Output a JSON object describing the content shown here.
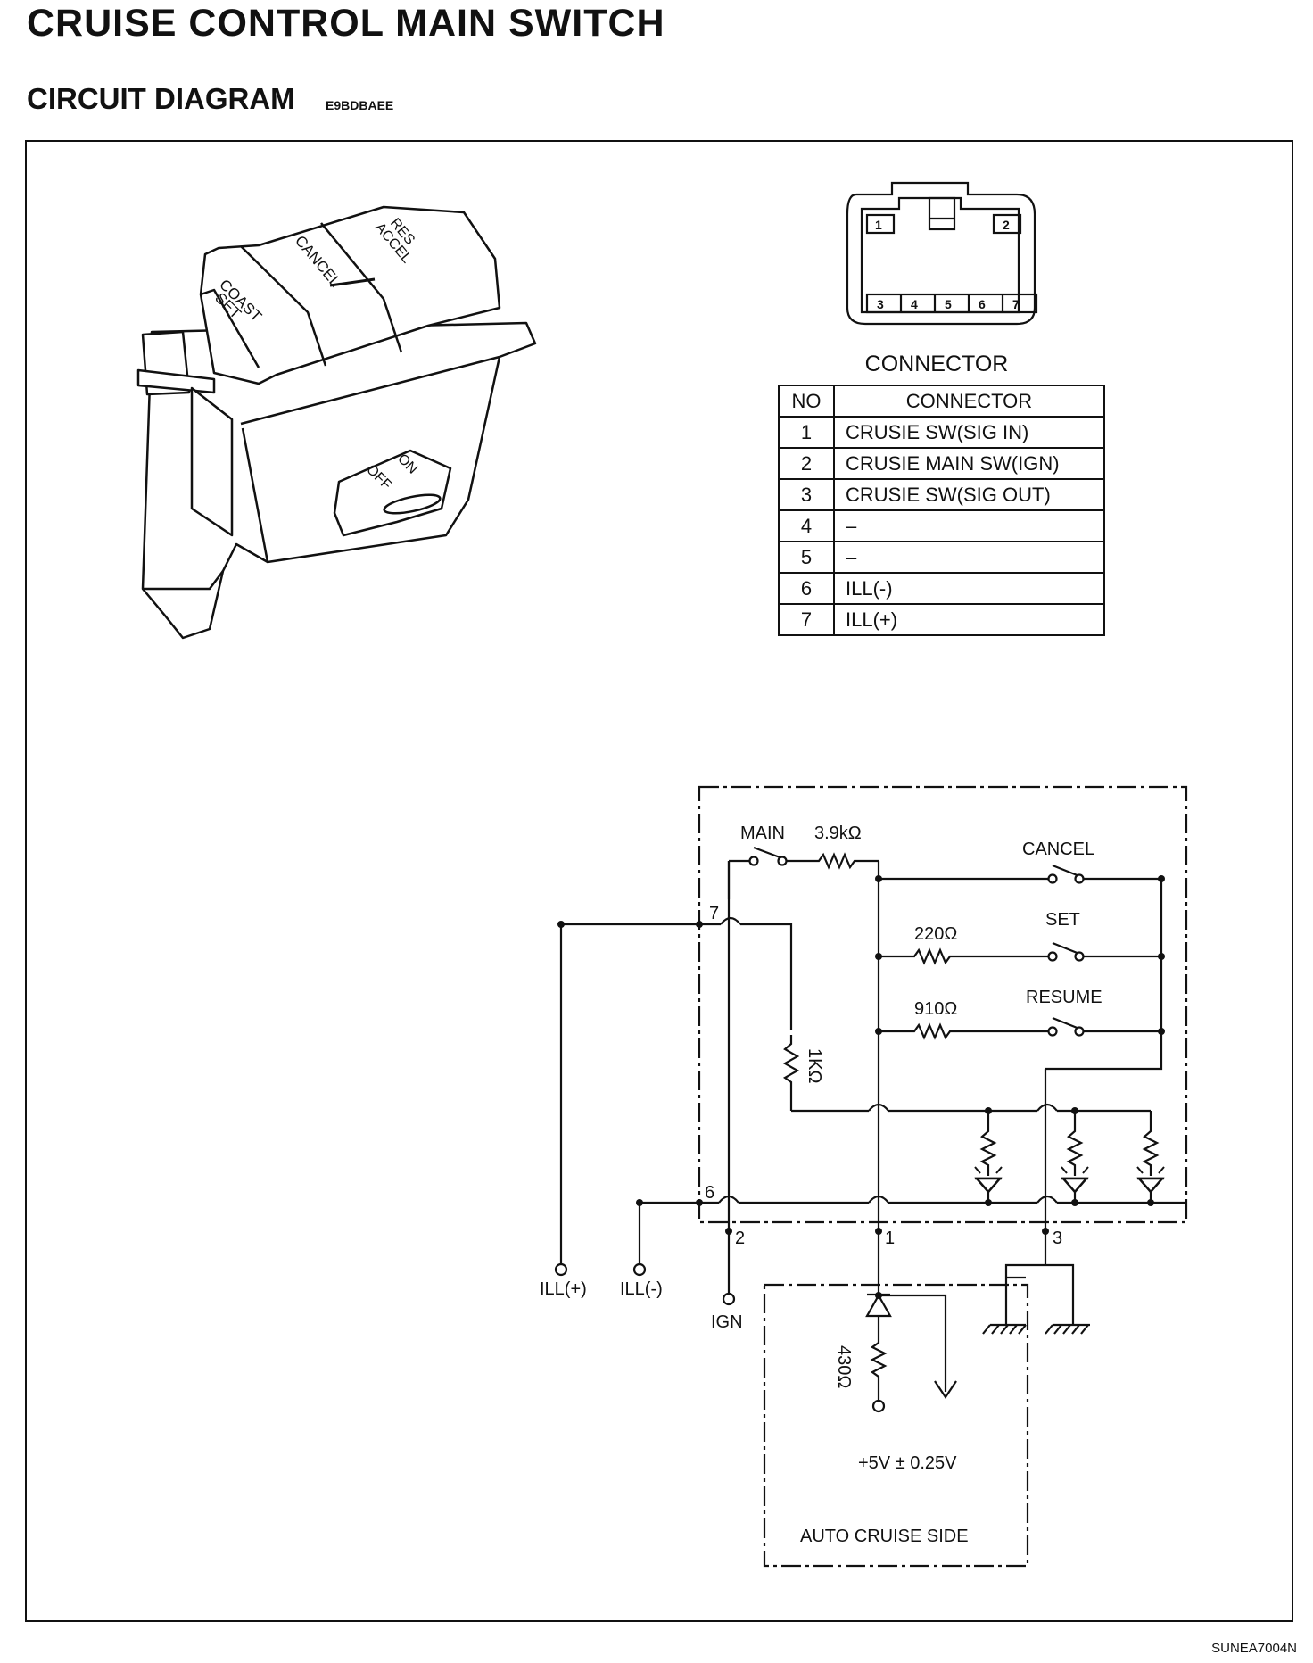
{
  "page": {
    "title": "CRUISE CONTROL MAIN SWITCH",
    "subtitle": "CIRCUIT DIAGRAM",
    "section_code": "E9BDBAEE",
    "figure_ref": "SUNEA7004N"
  },
  "switch_illustration": {
    "button_labels": [
      "COAST",
      "SET",
      "CANCEL",
      "RES",
      "ACCEL",
      "ON",
      "OFF"
    ]
  },
  "connector": {
    "title": "CONNECTOR",
    "pin_top": [
      "1",
      "2"
    ],
    "pin_bottom": [
      "3",
      "4",
      "5",
      "6",
      "7"
    ],
    "table": {
      "headers": [
        "NO",
        "CONNECTOR"
      ],
      "rows": [
        {
          "no": "1",
          "name": "CRUSIE SW(SIG IN)"
        },
        {
          "no": "2",
          "name": "CRUSIE MAIN SW(IGN)"
        },
        {
          "no": "3",
          "name": "CRUSIE SW(SIG OUT)"
        },
        {
          "no": "4",
          "name": "–"
        },
        {
          "no": "5",
          "name": "–"
        },
        {
          "no": "6",
          "name": "ILL(-)"
        },
        {
          "no": "7",
          "name": "ILL(+)"
        }
      ]
    }
  },
  "circuit": {
    "switches": {
      "main": "MAIN",
      "cancel": "CANCEL",
      "set": "SET",
      "resume": "RESUME"
    },
    "resistors": {
      "r_main": "3.9kΩ",
      "r_set": "220Ω",
      "r_resume": "910Ω",
      "r_ill": "1KΩ",
      "r_auto": "430Ω"
    },
    "pins": {
      "p7": "7",
      "p6": "6",
      "p2": "2",
      "p1": "1",
      "p3": "3"
    },
    "terminals": {
      "ill_plus": "ILL(+)",
      "ill_minus": "ILL(-)",
      "ign": "IGN"
    },
    "supply": "+5V ± 0.25V",
    "auto_side": "AUTO CRUISE SIDE"
  }
}
